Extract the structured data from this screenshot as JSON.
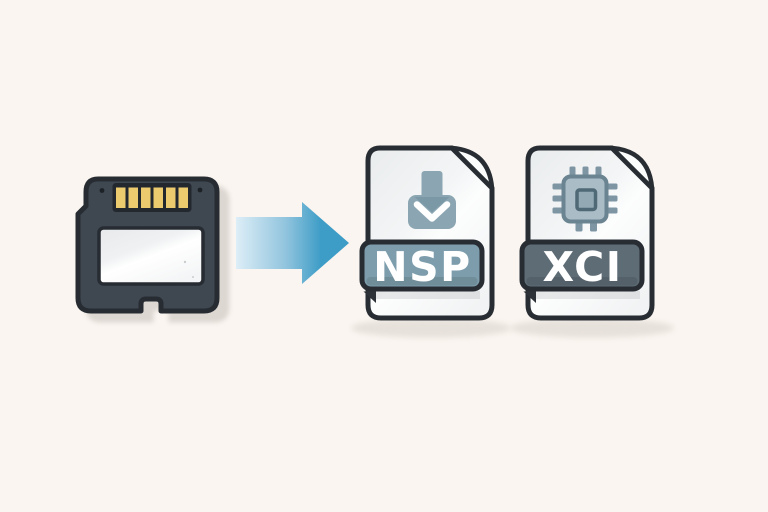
{
  "scene": {
    "description": "game cartridge converted to NSP and XCI file formats",
    "background_color": "#faf5f0",
    "cartridge": {
      "name": "game-cartridge",
      "body_color": "#3f4751",
      "outline_color": "#272c32",
      "pin_frame_color": "#23282e",
      "pin_color": "#ecca6e",
      "label_color": "#f2f3f4",
      "shadow_color": "#ddd7d2"
    },
    "arrow": {
      "icon": "arrow-right-icon",
      "direction": "right",
      "gradient_start": "#ddeef7",
      "gradient_end": "#3e9dc7"
    },
    "files": [
      {
        "label": "NSP",
        "icon": "download-icon",
        "badge_color": "#7d9dac",
        "icon_color": "#8ba6b2",
        "icon_accent_color": "#7b98a7",
        "body_color": "#f4f5f6",
        "outline_color": "#272d33",
        "text_color": "#ffffff"
      },
      {
        "label": "XCI",
        "icon": "chip-icon",
        "badge_color": "#5e6c76",
        "icon_color": "#aabcc5",
        "icon_accent_color": "#7e96a4",
        "body_color": "#f4f5f6",
        "outline_color": "#272d33",
        "text_color": "#ffffff"
      }
    ]
  }
}
